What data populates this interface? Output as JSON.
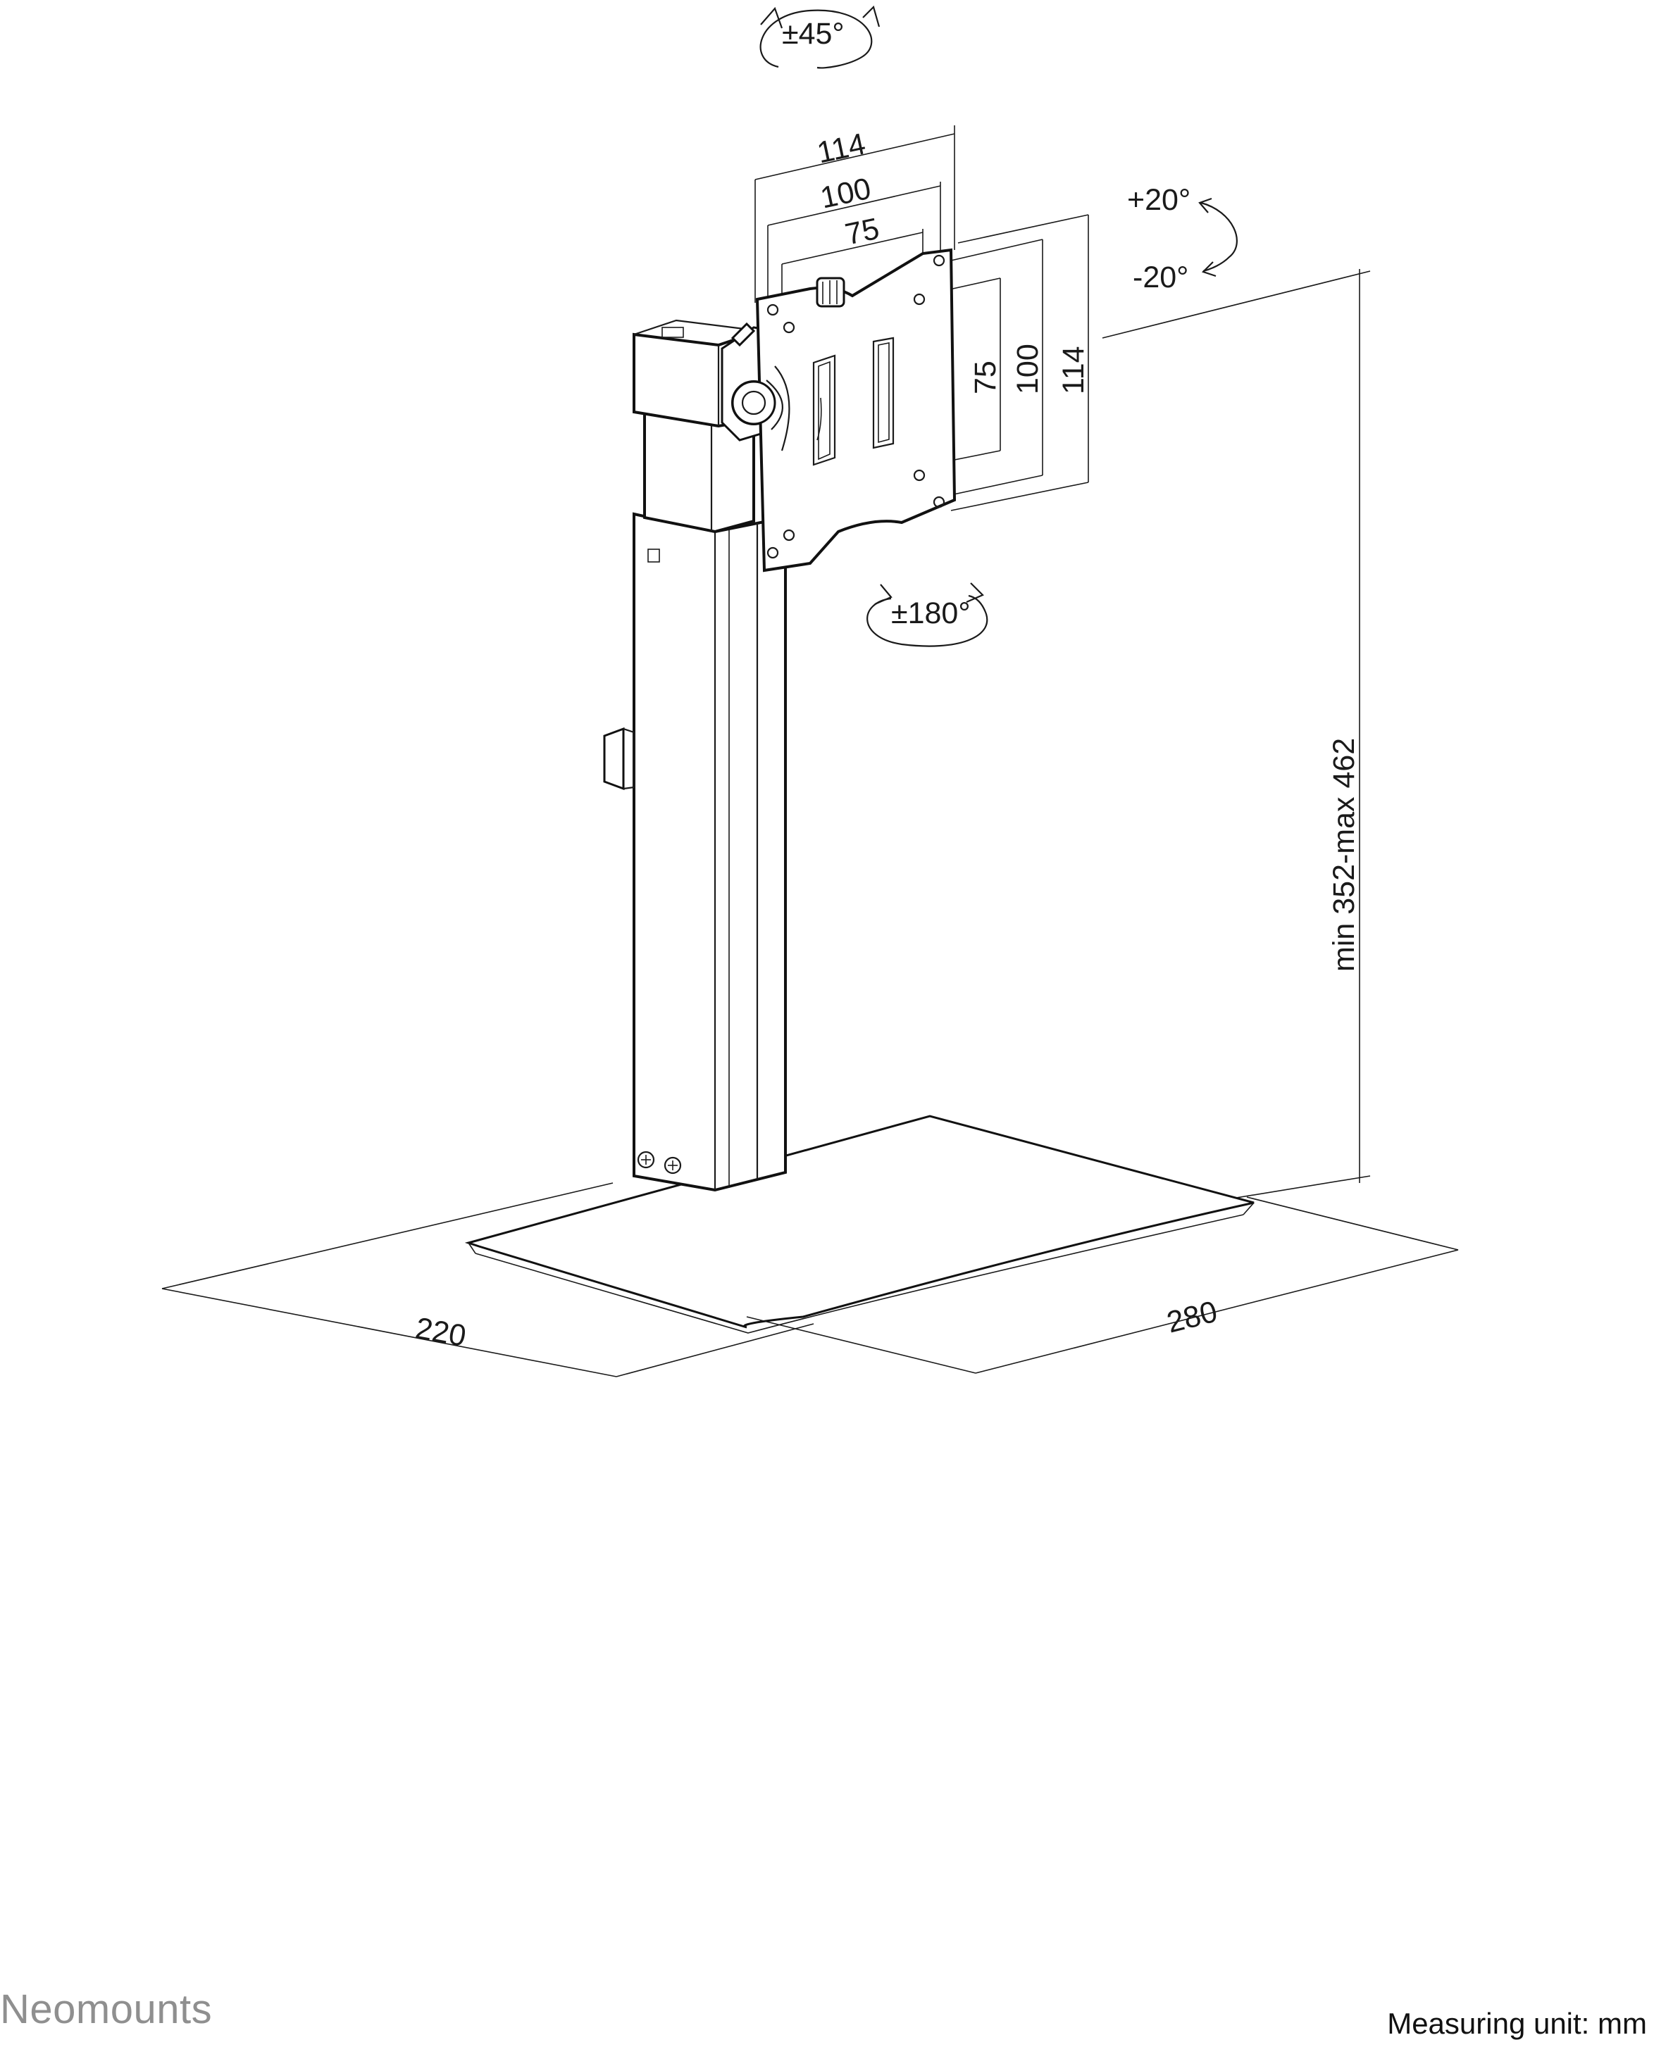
{
  "brand": "Neomounts",
  "measuring_unit": "Measuring unit: mm",
  "labels": {
    "swivel": "±45°",
    "rotation": "±180°",
    "tilt_up": "+20°",
    "tilt_down": "-20°",
    "vesa_w_114": "114",
    "vesa_w_100": "100",
    "vesa_w_75": "75",
    "vesa_h_75": "75",
    "vesa_h_100": "100",
    "vesa_h_114": "114",
    "height": "min 352-max 462",
    "depth": "220",
    "width": "280"
  }
}
